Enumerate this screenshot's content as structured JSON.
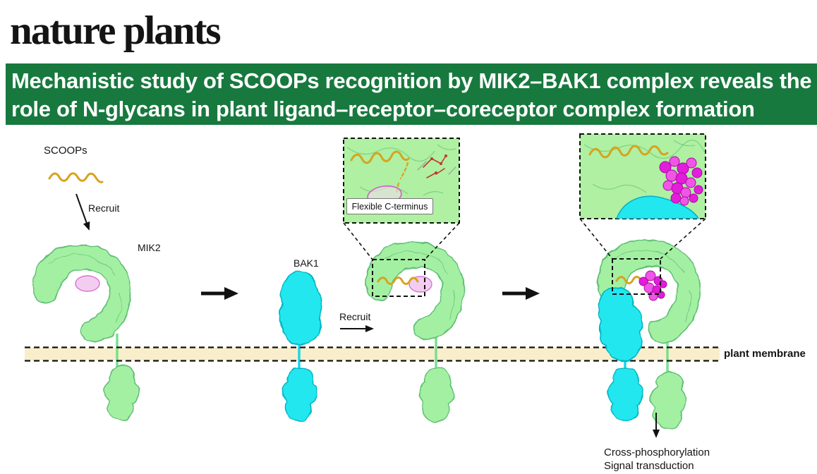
{
  "theme": {
    "ink": "#141414",
    "banner_bg": "#17793e",
    "banner_text": "#ffffff",
    "mik2_green": "#a4f0a2",
    "mik2_stroke": "#5fbe74",
    "bak1_cyan": "#22e7ef",
    "bak1_stroke": "#06b4c4",
    "scoop_yellow": "#d7a31c",
    "glycan_magenta": "#e31ddb",
    "glycan_dark": "#a80c9e",
    "pink_blob": "#f3cdef",
    "pink_stroke": "#d873cf",
    "membrane_fill": "#f9eecb",
    "inset_bg": "#aff0a3"
  },
  "masthead": {
    "logo": "nature plants"
  },
  "banner": {
    "line1": "Mechanistic study of SCOOPs recognition by MIK2–BAK1 complex reveals the",
    "line2": "role of N-glycans in plant ligand–receptor–coreceptor complex formation"
  },
  "figure": {
    "labels": {
      "scoops": "SCOOPs",
      "recruit_mik2": "Recruit",
      "mik2": "MIK2",
      "bak1": "BAK1",
      "recruit_bak1": "Recruit",
      "flexible_c_terminus": "Flexible C-terminus",
      "plant_membrane": "plant membrane",
      "outcome_line1": "Cross-phosphorylation",
      "outcome_line2": "Signal transduction"
    }
  }
}
